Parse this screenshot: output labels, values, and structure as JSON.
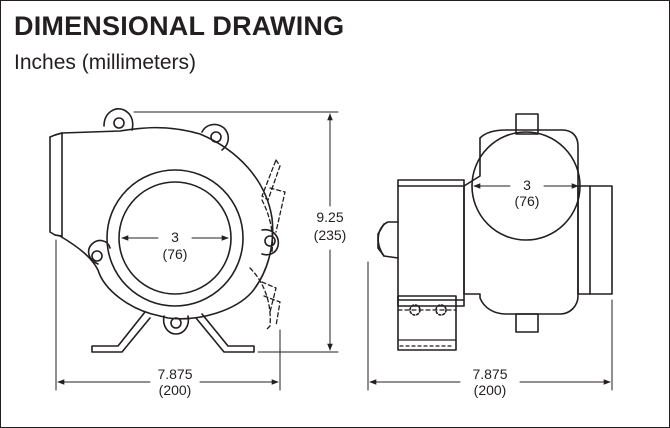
{
  "title": "DIMENSIONAL DRAWING",
  "subtitle": "Inches (millimeters)",
  "dimensions": {
    "left_width": {
      "inches": "7.875",
      "mm": "(200)"
    },
    "height": {
      "inches": "9.25",
      "mm": "(235)"
    },
    "left_outlet": {
      "inches": "3",
      "mm": "(76)"
    },
    "right_inlet": {
      "inches": "3",
      "mm": "(76)"
    },
    "right_width": {
      "inches": "7.875",
      "mm": "(200)"
    }
  }
}
